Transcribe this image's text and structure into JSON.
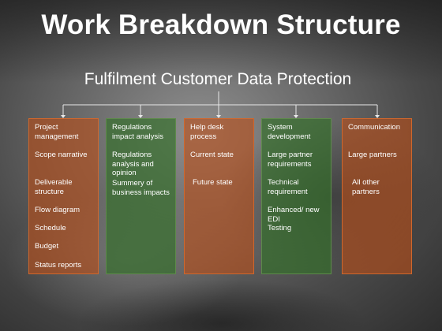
{
  "title": "Work Breakdown Structure",
  "root": "Fulfilment Customer Data Protection",
  "columns": [
    {
      "color": "orange",
      "items": [
        "Project management",
        "Scope narrative",
        "Deliverable structure",
        "Flow diagram",
        "Schedule",
        "Budget",
        "Status reports"
      ]
    },
    {
      "color": "green",
      "items": [
        "Regulations impact analysis",
        "Regulations analysis and opinion",
        "Summery of business impacts"
      ]
    },
    {
      "color": "orange",
      "items": [
        "Help desk process",
        "Current state",
        "Future state"
      ]
    },
    {
      "color": "green",
      "items": [
        "System development",
        "Large partner requirements",
        "Technical requirement",
        "Enhanced/ new EDI",
        "Testing"
      ]
    },
    {
      "color": "orange",
      "items": [
        "Communication",
        "Large partners",
        "All other partners"
      ]
    }
  ],
  "colors": {
    "orange": "#b84e18",
    "green": "#346e2a",
    "connector": "#e8e8e8"
  }
}
